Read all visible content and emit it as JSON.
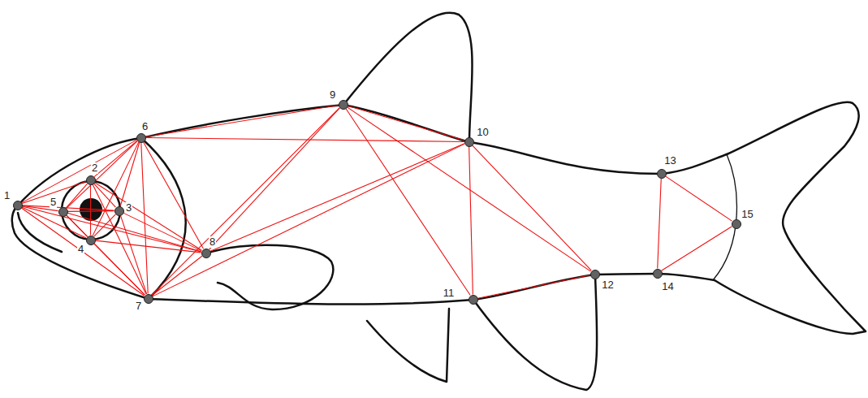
{
  "diagram": {
    "nodes": [
      {
        "text": [
          "1"
        ]
      },
      {
        "text": [
          "2"
        ]
      },
      {
        "text": [
          "3"
        ]
      },
      {
        "text": [
          "4"
        ]
      },
      {
        "text": [
          "5"
        ]
      },
      {
        "text": [
          "6"
        ]
      },
      {
        "text": [
          "7"
        ]
      },
      {
        "text": [
          "8"
        ]
      },
      {
        "text": [
          "9"
        ]
      },
      {
        "text": [
          "10"
        ]
      },
      {
        "text": [
          "11"
        ]
      },
      {
        "text": [
          "12"
        ]
      },
      {
        "text": [
          "13"
        ]
      },
      {
        "text": [
          "14"
        ]
      },
      {
        "text": [
          "15"
        ]
      }
    ],
    "edges": [
      {
        "from": 0,
        "to": 1,
        "arrow": "none"
      },
      {
        "from": 0,
        "to": 2,
        "arrow": "none"
      },
      {
        "from": 0,
        "to": 3,
        "arrow": "none"
      },
      {
        "from": 0,
        "to": 4,
        "arrow": "none"
      },
      {
        "from": 0,
        "to": 5,
        "arrow": "none"
      },
      {
        "from": 0,
        "to": 6,
        "arrow": "none"
      },
      {
        "from": 0,
        "to": 7,
        "arrow": "none"
      },
      {
        "from": 1,
        "to": 2,
        "arrow": "none"
      },
      {
        "from": 1,
        "to": 3,
        "arrow": "none"
      },
      {
        "from": 1,
        "to": 4,
        "arrow": "none"
      },
      {
        "from": 1,
        "to": 5,
        "arrow": "none"
      },
      {
        "from": 1,
        "to": 6,
        "arrow": "none"
      },
      {
        "from": 1,
        "to": 7,
        "arrow": "none"
      },
      {
        "from": 2,
        "to": 3,
        "arrow": "none"
      },
      {
        "from": 2,
        "to": 4,
        "arrow": "none"
      },
      {
        "from": 2,
        "to": 5,
        "arrow": "none"
      },
      {
        "from": 2,
        "to": 6,
        "arrow": "none"
      },
      {
        "from": 2,
        "to": 7,
        "arrow": "none"
      },
      {
        "from": 3,
        "to": 4,
        "arrow": "none"
      },
      {
        "from": 3,
        "to": 5,
        "arrow": "none"
      },
      {
        "from": 3,
        "to": 6,
        "arrow": "none"
      },
      {
        "from": 3,
        "to": 7,
        "arrow": "none"
      },
      {
        "from": 4,
        "to": 5,
        "arrow": "none"
      },
      {
        "from": 4,
        "to": 6,
        "arrow": "none"
      },
      {
        "from": 4,
        "to": 7,
        "arrow": "none"
      },
      {
        "from": 5,
        "to": 6,
        "arrow": "none"
      },
      {
        "from": 5,
        "to": 7,
        "arrow": "none"
      },
      {
        "from": 5,
        "to": 8,
        "arrow": "none"
      },
      {
        "from": 5,
        "to": 9,
        "arrow": "none"
      },
      {
        "from": 6,
        "to": 7,
        "arrow": "none"
      },
      {
        "from": 6,
        "to": 8,
        "arrow": "none"
      },
      {
        "from": 6,
        "to": 9,
        "arrow": "none"
      },
      {
        "from": 7,
        "to": 8,
        "arrow": "none"
      },
      {
        "from": 7,
        "to": 9,
        "arrow": "none"
      },
      {
        "from": 8,
        "to": 9,
        "arrow": "none"
      },
      {
        "from": 8,
        "to": 10,
        "arrow": "none"
      },
      {
        "from": 8,
        "to": 11,
        "arrow": "none"
      },
      {
        "from": 9,
        "to": 10,
        "arrow": "none"
      },
      {
        "from": 9,
        "to": 11,
        "arrow": "none"
      },
      {
        "from": 10,
        "to": 11,
        "arrow": "none"
      },
      {
        "from": 12,
        "to": 13,
        "arrow": "none"
      },
      {
        "from": 12,
        "to": 14,
        "arrow": "none"
      },
      {
        "from": 13,
        "to": 14,
        "arrow": "none"
      }
    ]
  }
}
